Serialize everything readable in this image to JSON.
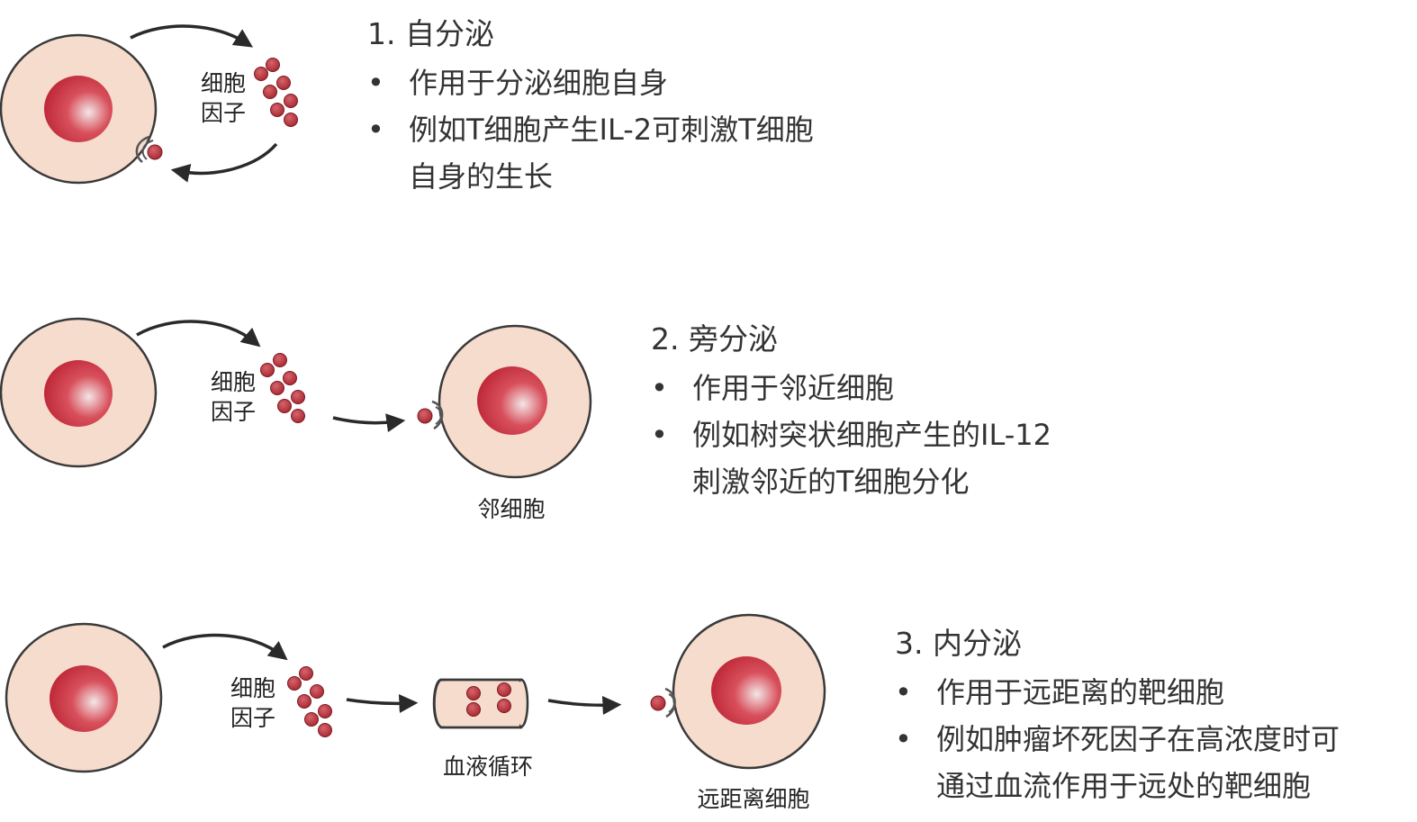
{
  "colors": {
    "cell_fill": "#f6dccd",
    "cell_stroke": "#3a3a3a",
    "nucleus": "#c8303f",
    "molecule": "#b8333f",
    "arrow": "#2a2a2a"
  },
  "labels": {
    "cytokine_line1": "细胞",
    "cytokine_line2": "因子",
    "neighbor_cell": "邻细胞",
    "blood_circulation": "血液循环",
    "distant_cell": "远距离细胞"
  },
  "sections": [
    {
      "title": "1. 自分泌",
      "bullets": [
        {
          "line1": "作用于分泌细胞自身"
        },
        {
          "line1": "例如T细胞产生IL-2可刺激T细胞",
          "line2": "自身的生长"
        }
      ]
    },
    {
      "title": "2. 旁分泌",
      "bullets": [
        {
          "line1": "作用于邻近细胞"
        },
        {
          "line1": "例如树突状细胞产生的IL-12",
          "line2": "刺激邻近的T细胞分化"
        }
      ]
    },
    {
      "title": "3. 内分泌",
      "bullets": [
        {
          "line1": "作用于远距离的靶细胞"
        },
        {
          "line1": "例如肿瘤坏死因子在高浓度时可",
          "line2": "通过血流作用于远处的靶细胞"
        }
      ]
    }
  ],
  "bullet_symbol": "•"
}
